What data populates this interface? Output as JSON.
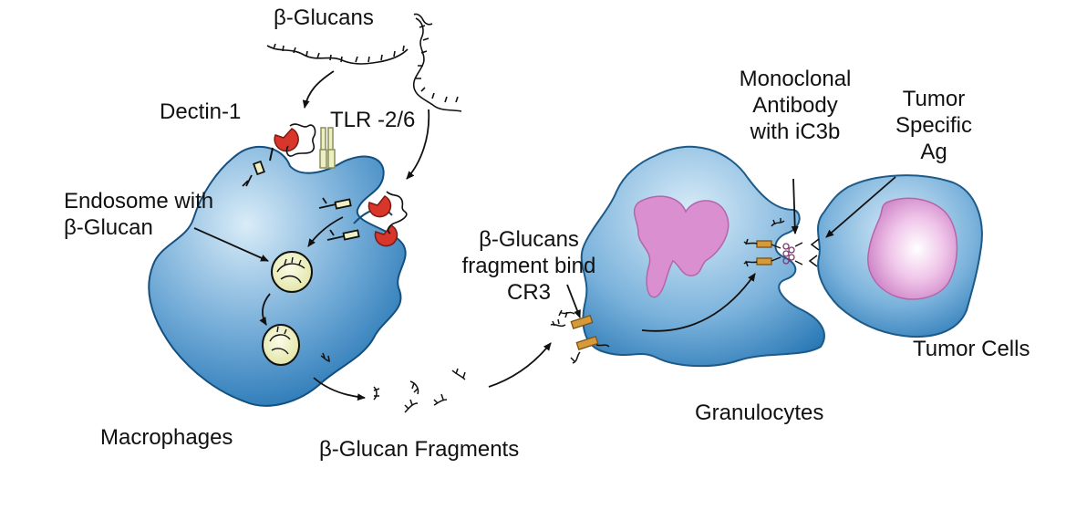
{
  "labels": {
    "beta_glucans_top": "β-Glucans",
    "dectin": "Dectin-1",
    "tlr": "TLR -2/6",
    "endosome_line1": "Endosome with",
    "endosome_line2": "β-Glucan",
    "macrophages": "Macrophages",
    "fragments": "β-Glucan Fragments",
    "bind_line1": "β-Glucans",
    "bind_line2": "fragment bind",
    "bind_line3": "CR3",
    "granulocytes": "Granulocytes",
    "mab_line1": "Monoclonal",
    "mab_line2": "Antibody",
    "mab_line3": "with iC3b",
    "tumor_ag_line1": "Tumor",
    "tumor_ag_line2": "Specific",
    "tumor_ag_line3": "Ag",
    "tumor_cells": "Tumor Cells"
  },
  "colors": {
    "cell_blue_dark": "#1c6fb0",
    "cell_blue_light": "#d9ecf8",
    "nucleus_pink": "#d98fd0",
    "dectin_red": "#d9362b",
    "receptor_orange": "#d79a3a",
    "endosome_yellow": "#eef0c4"
  }
}
